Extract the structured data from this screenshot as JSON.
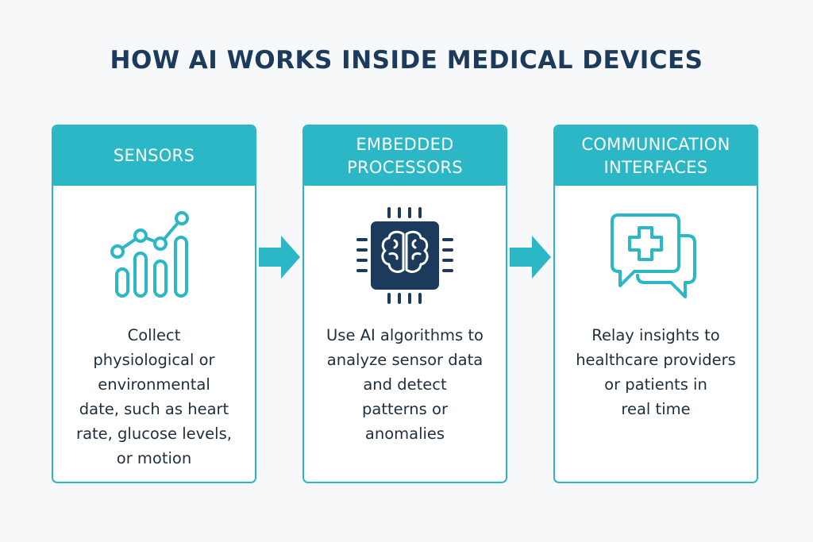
{
  "title": "HOW AI WORKS INSIDE MEDICAL DEVICES",
  "colors": {
    "accent": "#2bb7c6",
    "title": "#1b3a5c",
    "chip": "#1b3a5c",
    "body_text": "#1f2e3d",
    "background": "#f6f8f9"
  },
  "cards": [
    {
      "header": "SENSORS",
      "icon": "chart-icon",
      "text": "Collect\nphysiological or\nenvironmental\ndate, such as heart\nrate, glucose levels,\nor motion"
    },
    {
      "header": "EMBEDDED\nPROCESSORS",
      "icon": "brain-chip-icon",
      "text": "Use AI algorithms to\nanalyze sensor data\nand detect\npatterns or\nanomalies"
    },
    {
      "header": "COMMUNICATION\nINTERFACES",
      "icon": "medical-chat-icon",
      "text": "Relay insights to\nhealthcare providers\nor patients in\nreal time"
    }
  ]
}
